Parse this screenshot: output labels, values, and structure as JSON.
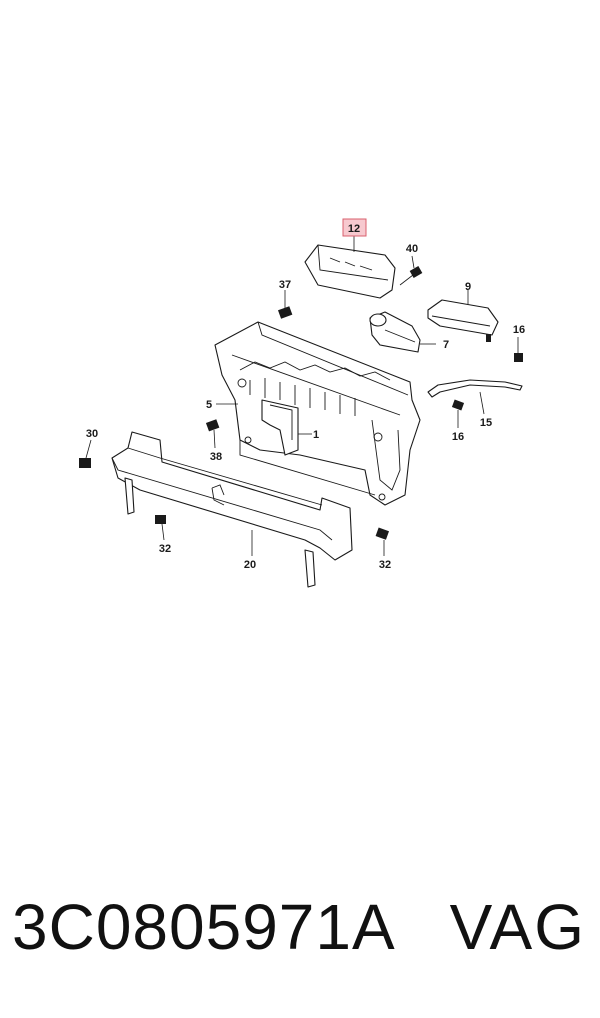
{
  "callouts": {
    "c12": "12",
    "c40": "40",
    "c37": "37",
    "c9": "9",
    "c16a": "16",
    "c7": "7",
    "c5": "5",
    "c1": "1",
    "c16b": "16",
    "c15": "15",
    "c30": "30",
    "c38": "38",
    "c32a": "32",
    "c20": "20",
    "c32b": "32"
  },
  "highlighted_callout": "12",
  "colors": {
    "highlight_fill": "#f7c9cf",
    "highlight_stroke": "#d9606e",
    "line": "#1a1a1a"
  },
  "footer": {
    "part_number": "3C0805971A",
    "brand": "VAG"
  }
}
